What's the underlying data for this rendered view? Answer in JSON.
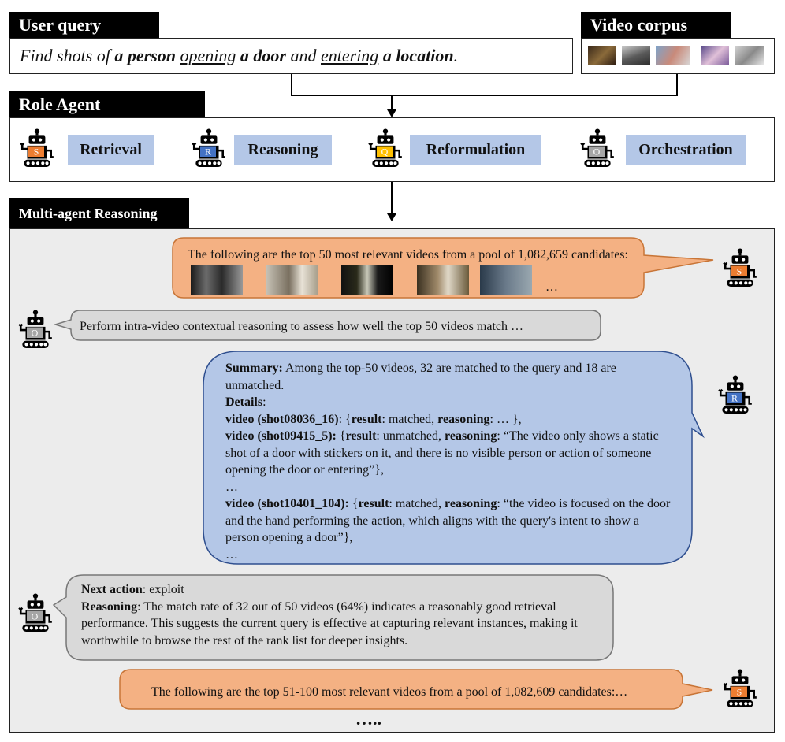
{
  "user_query": {
    "tab": "User query",
    "text_parts": [
      "Find shots of ",
      "a person",
      " ",
      "opening",
      " ",
      "a door",
      " and ",
      "entering",
      " ",
      "a location",
      "."
    ]
  },
  "video_corpus": {
    "tab": "Video corpus"
  },
  "role_agent": {
    "tab": "Role Agent",
    "agents": [
      {
        "letter": "S",
        "label": "Retrieval",
        "color": "#ed7d31"
      },
      {
        "letter": "R",
        "label": "Reasoning",
        "color": "#4472c4"
      },
      {
        "letter": "Q",
        "label": "Reformulation",
        "color": "#ffc000"
      },
      {
        "letter": "O",
        "label": "Orchestration",
        "color": "#a5a5a5"
      }
    ]
  },
  "multi_agent": {
    "tab": "Multi-agent Reasoning",
    "msg1": {
      "text": "The following are the top 50 most relevant videos from a pool of 1,082,659 candidates:",
      "ellipsis": "…"
    },
    "msg2": {
      "text": "Perform intra-video contextual reasoning to assess how well the top 50 videos match …"
    },
    "msg3": {
      "summary_label": "Summary:",
      "summary_text": " Among the top-50 videos, 32 are matched to the query and 18 are unmatched.",
      "details_label": "Details",
      "details_colon": ":",
      "v1_label": "video (shot08036_16)",
      "v1_a": ": {",
      "result_label": "result",
      "v1_result": ": matched, ",
      "reasoning_label": "reasoning",
      "v1_reason": ": … },",
      "v2_label": "video (shot09415_5):",
      "v2_a": " {",
      "v2_result": ": unmatched, ",
      "v2_reason": ": “The video only shows a static shot of a door with stickers on it, and there is no visible person or action of someone opening the door or entering”},",
      "dots1": "…",
      "v3_label": "video (shot10401_104):",
      "v3_a": " {",
      "v3_result": ": matched, ",
      "v3_reason": ": “the video is focused on the door and the hand performing the action, which aligns with the query's intent to show a person opening a door”},",
      "dots2": "…"
    },
    "msg4": {
      "next_label": "Next action",
      "next_text": ":  exploit",
      "reasoning_label": "Reasoning",
      "reasoning_text": ": The match rate of 32 out of 50 videos (64%) indicates a reasonably good retrieval performance. This suggests the current query is effective at capturing relevant instances, making it worthwhile to browse the rest of the rank list for deeper insights."
    },
    "msg5": {
      "text": "The following are the top 51-100 most relevant videos from a pool of 1,082,609 candidates:…"
    },
    "final_dots": "….."
  }
}
